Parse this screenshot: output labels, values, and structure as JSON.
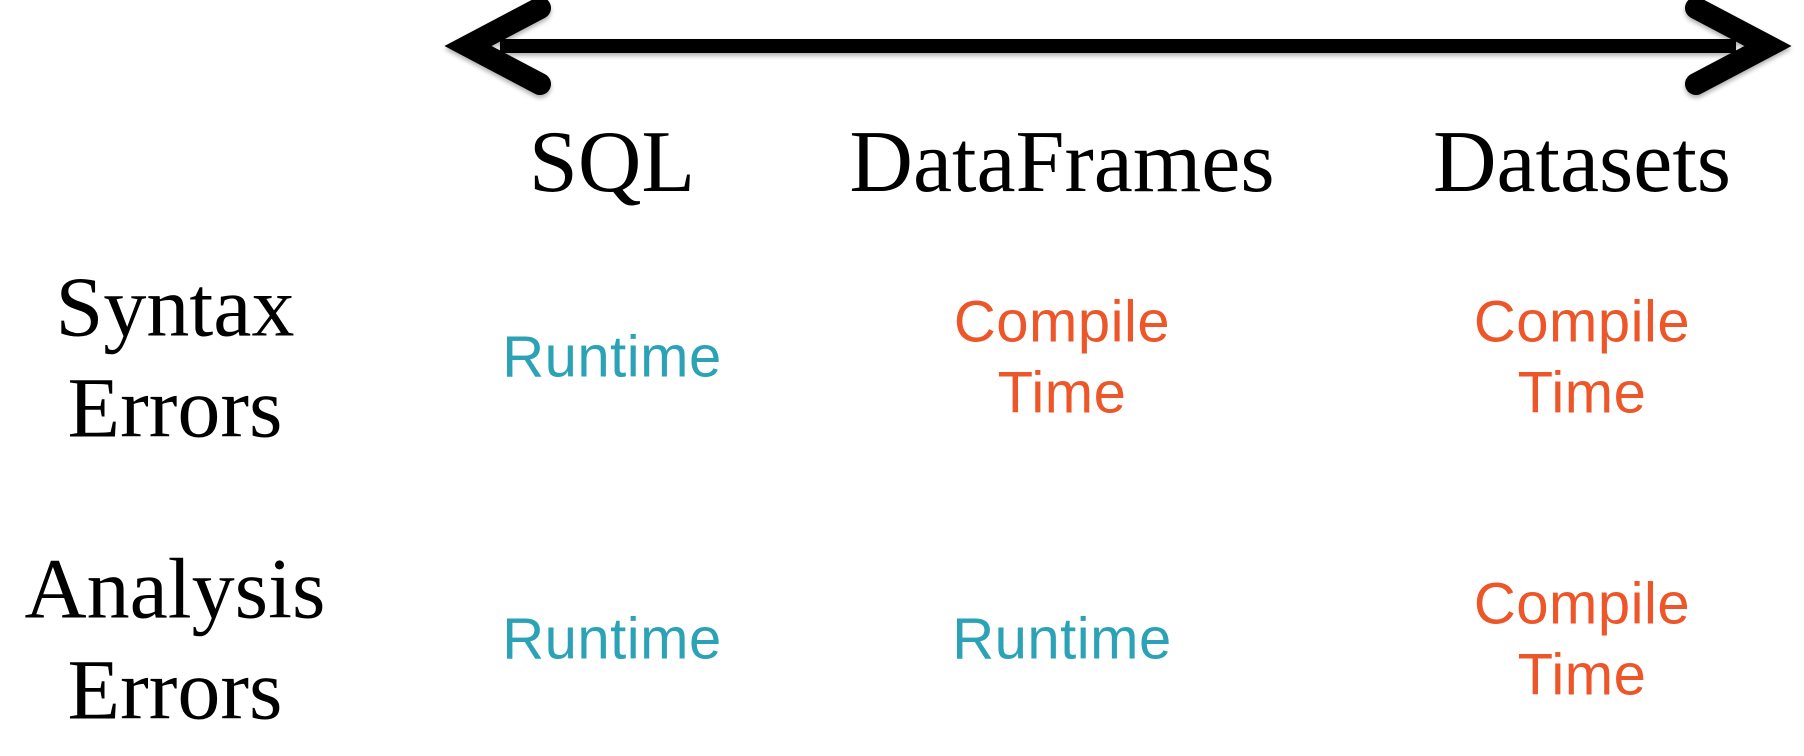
{
  "colors": {
    "runtime_text": "#2BA2B6",
    "compile_text": "#EC5628",
    "heading_text": "#000000",
    "arrow": "#000000"
  },
  "icons": {
    "double_arrow": "double-headed-horizontal-arrow"
  },
  "table": {
    "column_headers": [
      "SQL",
      "DataFrames",
      "Datasets"
    ],
    "row_headers": [
      [
        "Syntax",
        "Errors"
      ],
      [
        "Analysis",
        "Errors"
      ]
    ],
    "cells": [
      [
        {
          "text": "Runtime",
          "type": "runtime"
        },
        {
          "text": "Compile Time",
          "type": "compile"
        },
        {
          "text": "Compile Time",
          "type": "compile"
        }
      ],
      [
        {
          "text": "Runtime",
          "type": "runtime"
        },
        {
          "text": "Runtime",
          "type": "runtime"
        },
        {
          "text": "Compile Time",
          "type": "compile"
        }
      ]
    ]
  }
}
